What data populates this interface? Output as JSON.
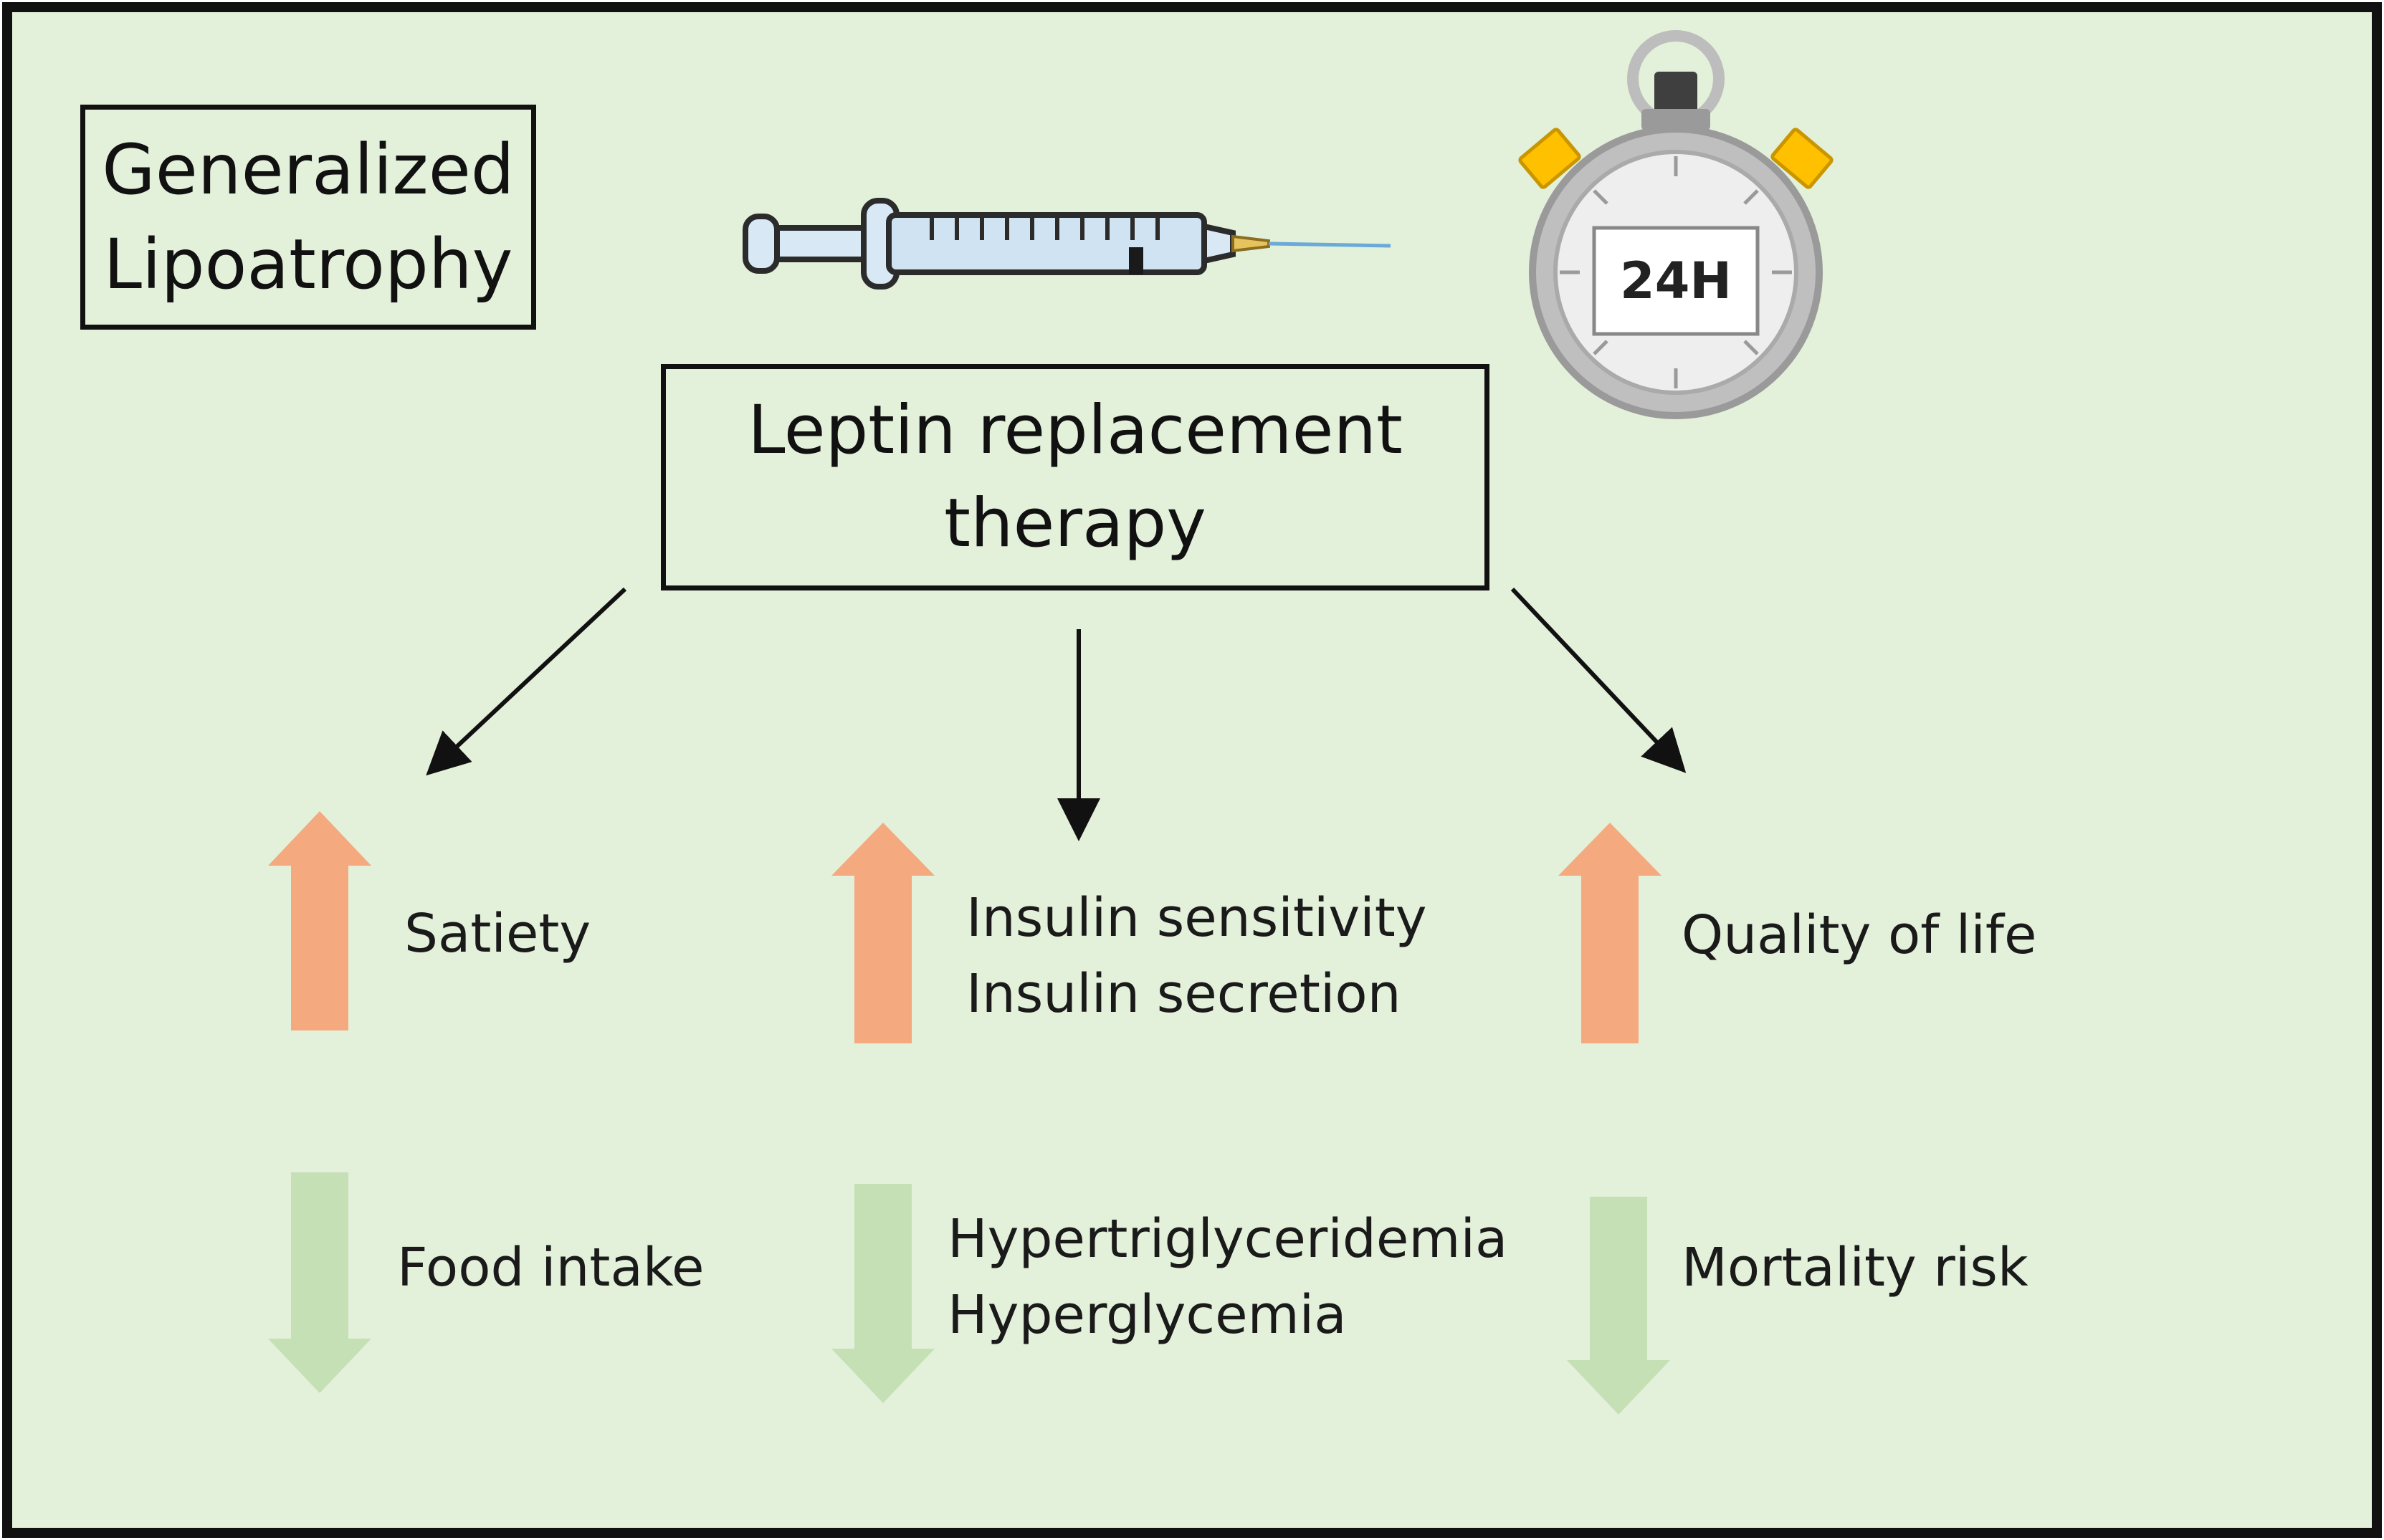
{
  "condition": {
    "line1": "Generalized",
    "line2": "Lipoatrophy"
  },
  "therapy": {
    "line1": "Leptin replacement",
    "line2": "therapy"
  },
  "timer": {
    "label": "24H"
  },
  "effects": {
    "satiety": "Satiety",
    "food_intake": "Food intake",
    "insulin_sensitivity": "Insulin sensitivity",
    "insulin_secretion": "Insulin secretion",
    "hypertriglyceridemia": "Hypertriglyceridemia",
    "hyperglycemia": "Hyperglycemia",
    "quality_of_life": "Quality of life",
    "mortality_risk": "Mortality risk"
  },
  "colors": {
    "background": "#e3f0da",
    "increase_arrow": "#f4a97f",
    "decrease_arrow": "#c5e0b4",
    "border": "#111111",
    "syringe_barrel": "#cfe3f3",
    "timer_body": "#bfbfbf",
    "timer_knob": "#ffc000"
  },
  "icons": {
    "syringe": "syringe-icon",
    "stopwatch": "stopwatch-icon"
  }
}
